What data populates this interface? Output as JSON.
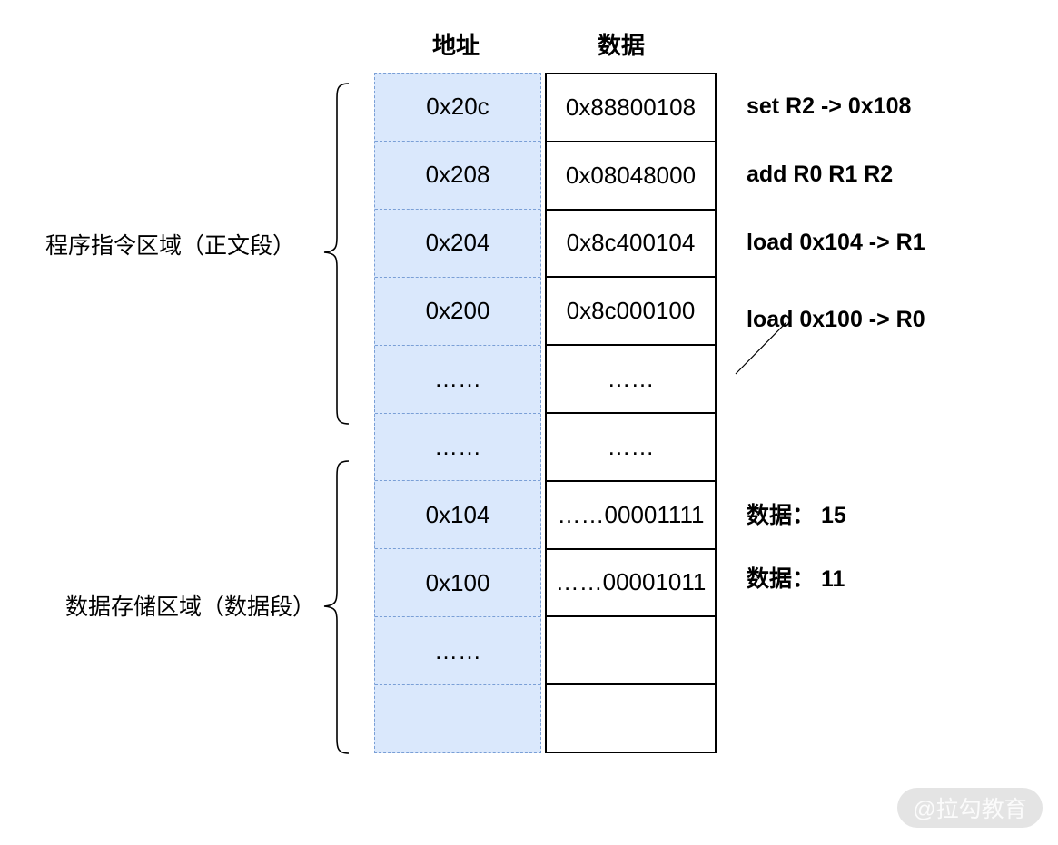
{
  "table": {
    "headers": {
      "address": "地址",
      "data": "数据"
    },
    "rows": [
      {
        "addr": "0x20c",
        "data": "0x88800108"
      },
      {
        "addr": "0x208",
        "data": "0x08048000"
      },
      {
        "addr": "0x204",
        "data": "0x8c400104"
      },
      {
        "addr": "0x200",
        "data": "0x8c000100"
      },
      {
        "addr": "……",
        "data": "……"
      },
      {
        "addr": "……",
        "data": "……"
      },
      {
        "addr": "0x104",
        "data": "……00001111"
      },
      {
        "addr": "0x100",
        "data": "……00001011"
      },
      {
        "addr": "……",
        "data": ""
      },
      {
        "addr": "",
        "data": ""
      }
    ]
  },
  "annotations": {
    "instructions": [
      {
        "text": "set R2 -> 0x108"
      },
      {
        "text": "add R0 R1 R2"
      },
      {
        "text": "load 0x104 -> R1"
      },
      {
        "text": "load 0x100 -> R0"
      }
    ],
    "data_values": [
      {
        "text": "数据： 15"
      },
      {
        "text": "数据： 11"
      }
    ]
  },
  "region_labels": {
    "text_segment": "程序指令区域（正文段）",
    "data_segment": "数据存储区域（数据段）"
  },
  "watermark": "@拉勾教育",
  "colors": {
    "address_fill": "#dae8fc",
    "address_border": "#7a9fd6",
    "data_box_border": "#000000",
    "watermark_bg": "#e4e4e4",
    "watermark_text": "#fbfbfb"
  }
}
